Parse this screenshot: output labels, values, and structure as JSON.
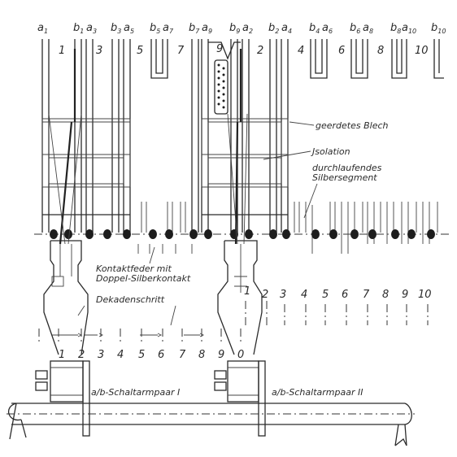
{
  "labels": {
    "grounded_sheet": "geerdetes Blech",
    "insulation": "Jsolation",
    "segment_line1": "durchlaufendes",
    "segment_line2": "Silbersegment",
    "spring_line1": "Kontaktfeder mit",
    "spring_line2": "Doppel-Silberkontakt",
    "decade_step": "Dekadenschritt",
    "arm_pair_1": "a/b-Schaltarmpaar I",
    "arm_pair_2": "a/b-Schaltarmpaar II"
  },
  "top_terminals": [
    {
      "letter": "a",
      "sub": "1"
    },
    {
      "letter": "b",
      "sub": "1"
    },
    {
      "letter": "a",
      "sub": "3"
    },
    {
      "letter": "b",
      "sub": "3"
    },
    {
      "letter": "a",
      "sub": "5"
    },
    {
      "letter": "b",
      "sub": "5"
    },
    {
      "letter": "a",
      "sub": "7"
    },
    {
      "letter": "b",
      "sub": "7"
    },
    {
      "letter": "a",
      "sub": "9"
    },
    {
      "letter": "b",
      "sub": "9"
    },
    {
      "letter": "a",
      "sub": "2"
    },
    {
      "letter": "b",
      "sub": "2"
    },
    {
      "letter": "a",
      "sub": "4"
    },
    {
      "letter": "b",
      "sub": "4"
    },
    {
      "letter": "a",
      "sub": "6"
    },
    {
      "letter": "b",
      "sub": "6"
    },
    {
      "letter": "a",
      "sub": "8"
    },
    {
      "letter": "b",
      "sub": "8"
    },
    {
      "letter": "a",
      "sub": "10"
    },
    {
      "letter": "b",
      "sub": "10"
    }
  ],
  "bank_numbers": [
    "1",
    "3",
    "5",
    "7",
    "9",
    "2",
    "4",
    "6",
    "8",
    "10"
  ],
  "lower_scale": [
    "1",
    "2",
    "3",
    "4",
    "5",
    "6",
    "7",
    "8",
    "9",
    "0"
  ],
  "right_scale": [
    "1",
    "2",
    "3",
    "4",
    "5",
    "6",
    "7",
    "8",
    "9",
    "10"
  ]
}
